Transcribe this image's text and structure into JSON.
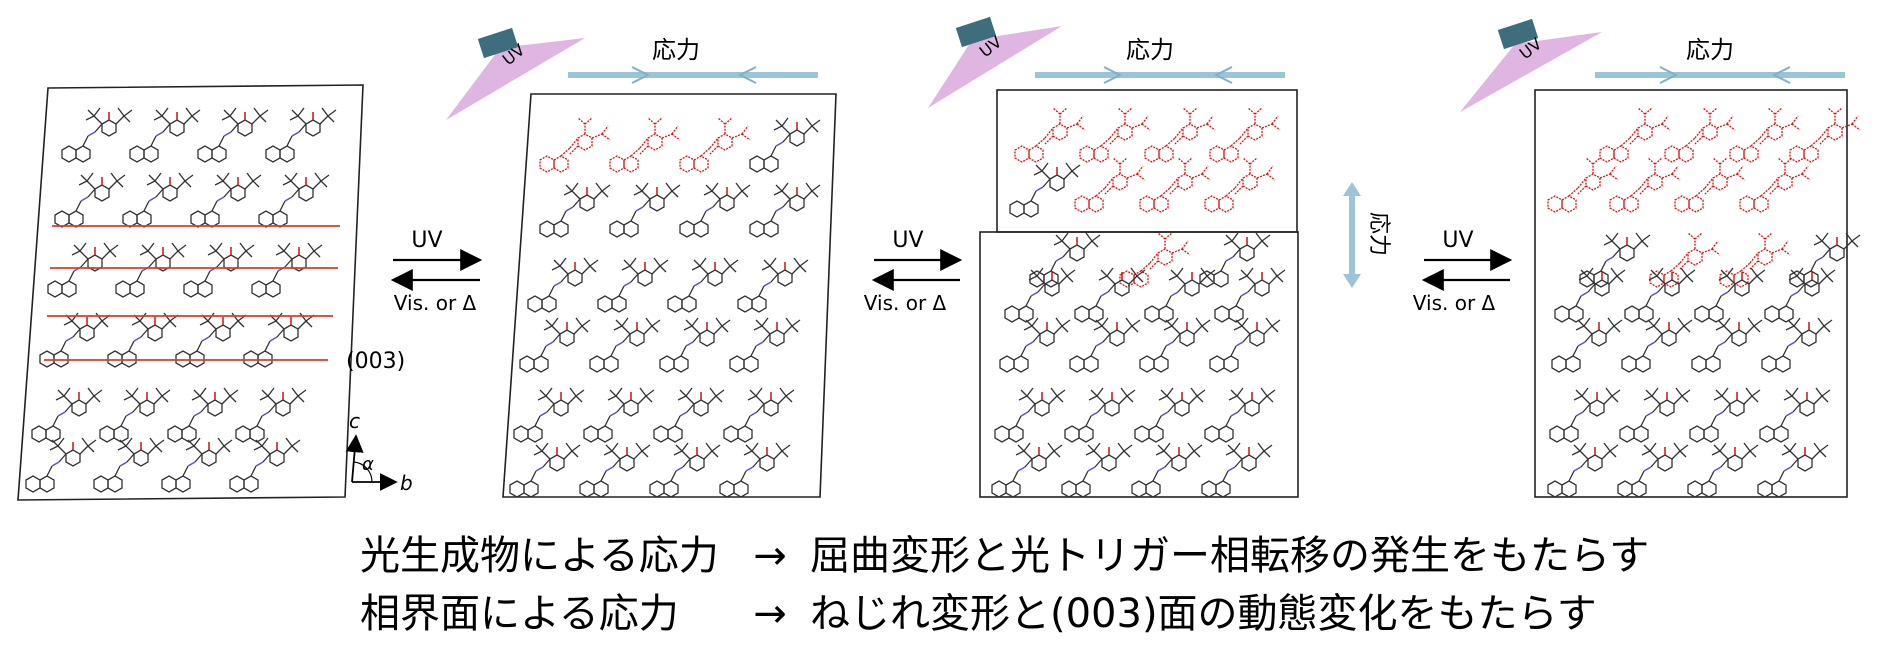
{
  "panels": {
    "p1": {
      "plane_label": "(003)",
      "axes": {
        "c": "c",
        "b": "b",
        "alpha": "α"
      }
    },
    "p2": {
      "uv_lamp": "UV",
      "stress": "応力"
    },
    "p3": {
      "uv_lamp": "UV",
      "stress": "応力",
      "side_stress": "応力"
    },
    "p4": {
      "uv_lamp": "UV",
      "stress": "応力"
    }
  },
  "arrows": [
    {
      "forward": "UV",
      "reverse": "Vis. or  Δ"
    },
    {
      "forward": "UV",
      "reverse": "Vis. or  Δ"
    },
    {
      "forward": "UV",
      "reverse": "Vis. or  Δ"
    }
  ],
  "captions": [
    {
      "subject": "光生成物による応力",
      "arrow": "→",
      "result": "屈曲変形と光トリガー相転移の発生をもたらす"
    },
    {
      "subject": "相界面による応力",
      "arrow": "→",
      "result": "ねじれ変形と(003)面の動態変化をもたらす"
    }
  ],
  "colors": {
    "molecule": "#333333",
    "photoproduct": "#e01010",
    "azo_n": "#5a4fd0",
    "oxygen": "#d01010",
    "stress_bar": "#9cc4d8",
    "lamp_body": "#3e6e7e",
    "uv_beam": "#d9a8dc",
    "plane_line": "#e03a2a"
  }
}
